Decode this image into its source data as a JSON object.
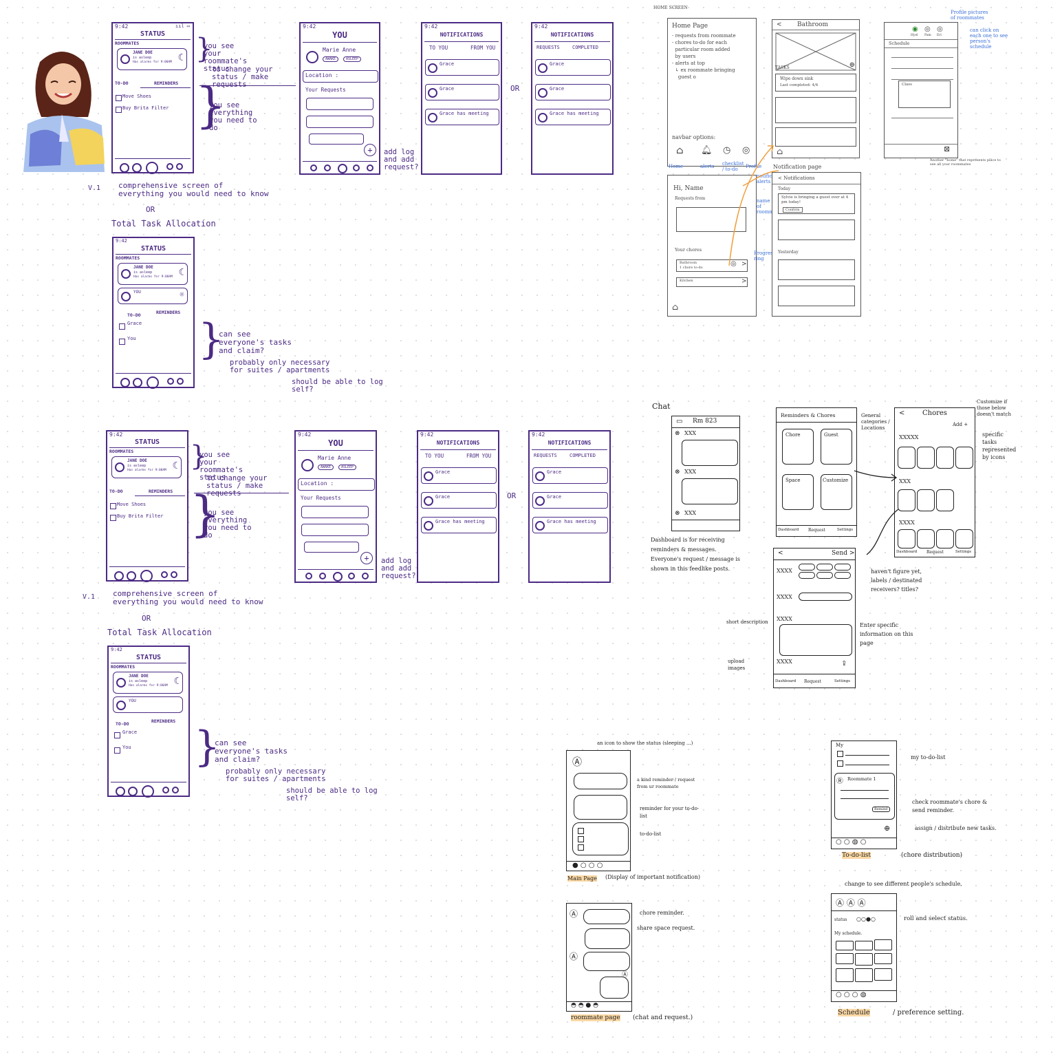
{
  "v1": {
    "version_label": "V.1",
    "status_screen": {
      "time": "9:42",
      "title": "STATUS",
      "roommates_label": "ROOMMATES",
      "roommate_name": "JANE DOE",
      "roommate_state": "is asleep",
      "roommate_alarm": "Has alarms for 9:00AM",
      "todo_label": "TO-DO",
      "reminders_label": "REMINDERS",
      "todo_items": [
        "Move Shoes",
        "Buy Brita Filter"
      ]
    },
    "you_screen": {
      "time": "9:42",
      "title": "YOU",
      "name": "Marie Anne",
      "state_chip_1": "AWAKE",
      "state_chip_2": "ASLEEP",
      "location_label": "Location :",
      "requests_label": "Your Requests",
      "add_button": "+"
    },
    "notif_screen_a": {
      "time": "9:42",
      "title": "NOTIFICATIONS",
      "tab_1": "TO YOU",
      "tab_2": "FROM YOU",
      "cards": [
        "Grace",
        "Grace",
        "Grace has meeting"
      ]
    },
    "notif_screen_b": {
      "time": "9:42",
      "title": "NOTIFICATIONS",
      "tab_1": "REQUESTS",
      "tab_2": "COMPLETED",
      "cards": [
        "Grace",
        "Grace",
        "Grace has meeting"
      ]
    },
    "or_label": "OR",
    "or_below": "OR",
    "annotation_status": "you see your roommate's status",
    "annotation_change": "to change your status / make requests",
    "annotation_todo": "you see everything you need to do",
    "annotation_addlog": "add log and add request?",
    "annotation_comprehensive": "comprehensive screen of everything you would need to know",
    "annotation_allocation": "Total Task Allocation",
    "status_screen_2": {
      "time": "9:42",
      "title": "STATUS",
      "roommates_label": "ROOMMATES",
      "roommate_name": "JANE DOE",
      "roommate_state": "is asleep",
      "roommate_alarm": "Has alarms for 9:00AM",
      "you_label": "YOU",
      "todo_label": "TO-DO",
      "reminders_label": "REMINDERS",
      "todo_items": [
        "Grace",
        "You"
      ]
    },
    "annotation_claim": "can see everyone's tasks and claim?",
    "annotation_suites": "probably only necessary for suites / apartments",
    "annotation_self": "should be able to log self?"
  },
  "pencil": {
    "home_screen_label": "HOME SCREEN",
    "home_page": {
      "title": "Home Page",
      "bullets": [
        "- requests from roommate",
        "- chores to-do for each",
        "  particular room added",
        "  by users",
        "- alerts at top",
        "  ↳ ex roommate bringing",
        "    guest o"
      ],
      "navbar_label": "navbar options:",
      "nav_items": [
        "Home",
        "alerts",
        "checklist / to-do",
        "Profile"
      ]
    },
    "bathroom": {
      "title": "Bathroom",
      "tasks_label": "TASKS",
      "task_1": "Wipe down sink",
      "task_1_sub": "Last completed: 4/4"
    },
    "schedule": {
      "title": "Schedule",
      "avatars": [
        "Hyel",
        "Pam",
        "Eri"
      ],
      "event": "Class",
      "blue_note_1": "Profile pictures of roommates",
      "blue_note_2": "can click on each one to see person's schedule",
      "bottom_note": "Another \"home\" that represents place to see all your roommates"
    },
    "dashboard": {
      "greeting": "Hi, Name",
      "requests_label": "Requests from",
      "chores_label": "Your chores",
      "chore_1": "Bathroom",
      "chore_1_sub": "1 chore to-do",
      "chore_2": "Kitchen",
      "blue_1": "notification alerts",
      "blue_2": "name of roommate",
      "blue_3": "Progress ring"
    },
    "notification_page": {
      "caption": "Notification page",
      "header": "< Notifications",
      "today": "Today",
      "item": "Sylvie is bringing a guest over at 4 pm today!",
      "confirm": "Confirm",
      "yesterday": "Yesterday"
    }
  },
  "ink": {
    "chat": {
      "label": "Chat",
      "room": "Rm 823",
      "caption": "Dashboard is for receiving reminders & messages. Everyone's request / message is shown in this feedlike posts.",
      "rows": [
        "XXX",
        "XXX",
        "XXX"
      ]
    },
    "reminders": {
      "title": "Reminders & Chores",
      "tiles": [
        "Chore",
        "Guest",
        "Space",
        "Customize"
      ],
      "note": "General categories / Locations",
      "nav": [
        "Dashboard",
        "Request",
        "Settings"
      ]
    },
    "chores": {
      "title": "Chores",
      "add": "Add +",
      "rows": [
        "XXXXX",
        "XXX",
        "XXXX"
      ],
      "note_1": "Customize if those below doesn't match",
      "note_2": "specific tasks represented by icons",
      "nav": [
        "Dashboard",
        "Request",
        "Settings"
      ]
    },
    "send": {
      "back": "<",
      "send": "Send >",
      "rows": [
        "XXXX",
        "XXXX",
        "XXXX",
        "XXXX"
      ],
      "note_1": "haven't figure yet, labels / destinated receivers? titles?",
      "note_2": "Enter specific information on this page",
      "note_short": "short description",
      "note_upload": "upload images",
      "nav": [
        "Dashboard",
        "Request",
        "Settings"
      ]
    },
    "main_page": {
      "caption_hl": "Main Page",
      "caption_rest": "(Display of important notification)",
      "note_icon": "an icon to show the status (sleeping ...)",
      "note_1": "a kind reminder / request from ur roommate",
      "note_2": "reminder for your to-do-list",
      "note_3": "to-do-list"
    },
    "roommate_page": {
      "caption_hl": "roommate page",
      "caption_rest": "(chat and request.)",
      "note_1": "chore reminder.",
      "note_2": "share space request."
    },
    "todo_page": {
      "my": "My",
      "roommate": "Roommate 1",
      "remind": "Remind",
      "caption_hl": "To-do-list",
      "caption_rest": "(chore distribution)",
      "note_1": "my to-do-list",
      "note_2": "check roommate's chore & send reminder.",
      "note_3": "assign / distribute new tasks."
    },
    "schedule_page": {
      "status": "status",
      "my_schedule": "My schedule.",
      "caption_hl": "Schedule",
      "caption_rest": "/ preference setting.",
      "note_top": "change to see different people's schedule.",
      "note_roll": "roll and select status."
    }
  }
}
